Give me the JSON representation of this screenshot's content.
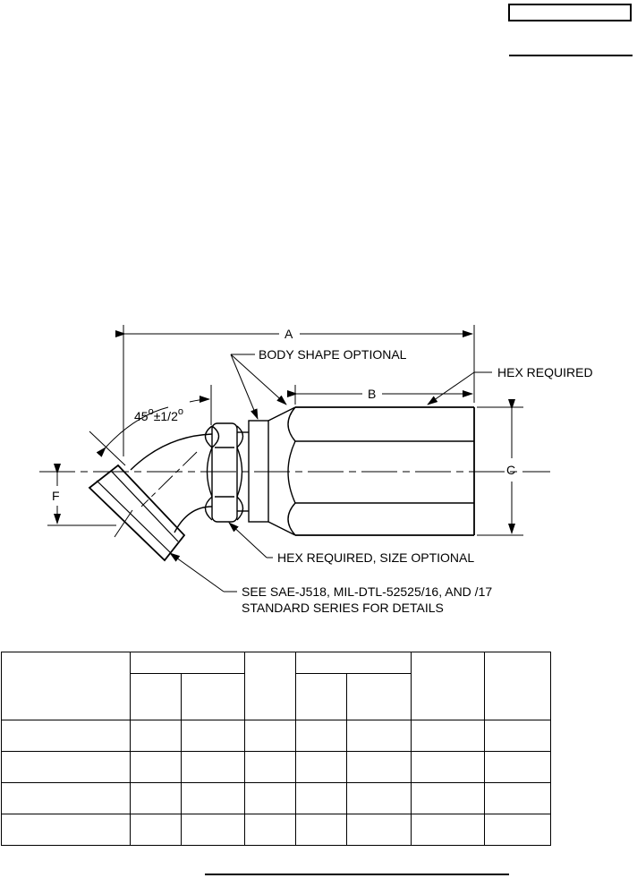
{
  "drawing": {
    "dimensions": {
      "a": "A",
      "b": "B",
      "c": "C",
      "f": "F"
    },
    "angle": {
      "value": "45",
      "tolerance": "±1/2"
    },
    "callouts": {
      "body_shape": "BODY SHAPE OPTIONAL",
      "hex_required": "HEX REQUIRED",
      "hex_size_optional": "HEX REQUIRED, SIZE OPTIONAL",
      "see_line1": "SEE SAE-J518, MIL-DTL-52525/16, AND /17",
      "see_line2": "STANDARD SERIES FOR DETAILS"
    }
  }
}
